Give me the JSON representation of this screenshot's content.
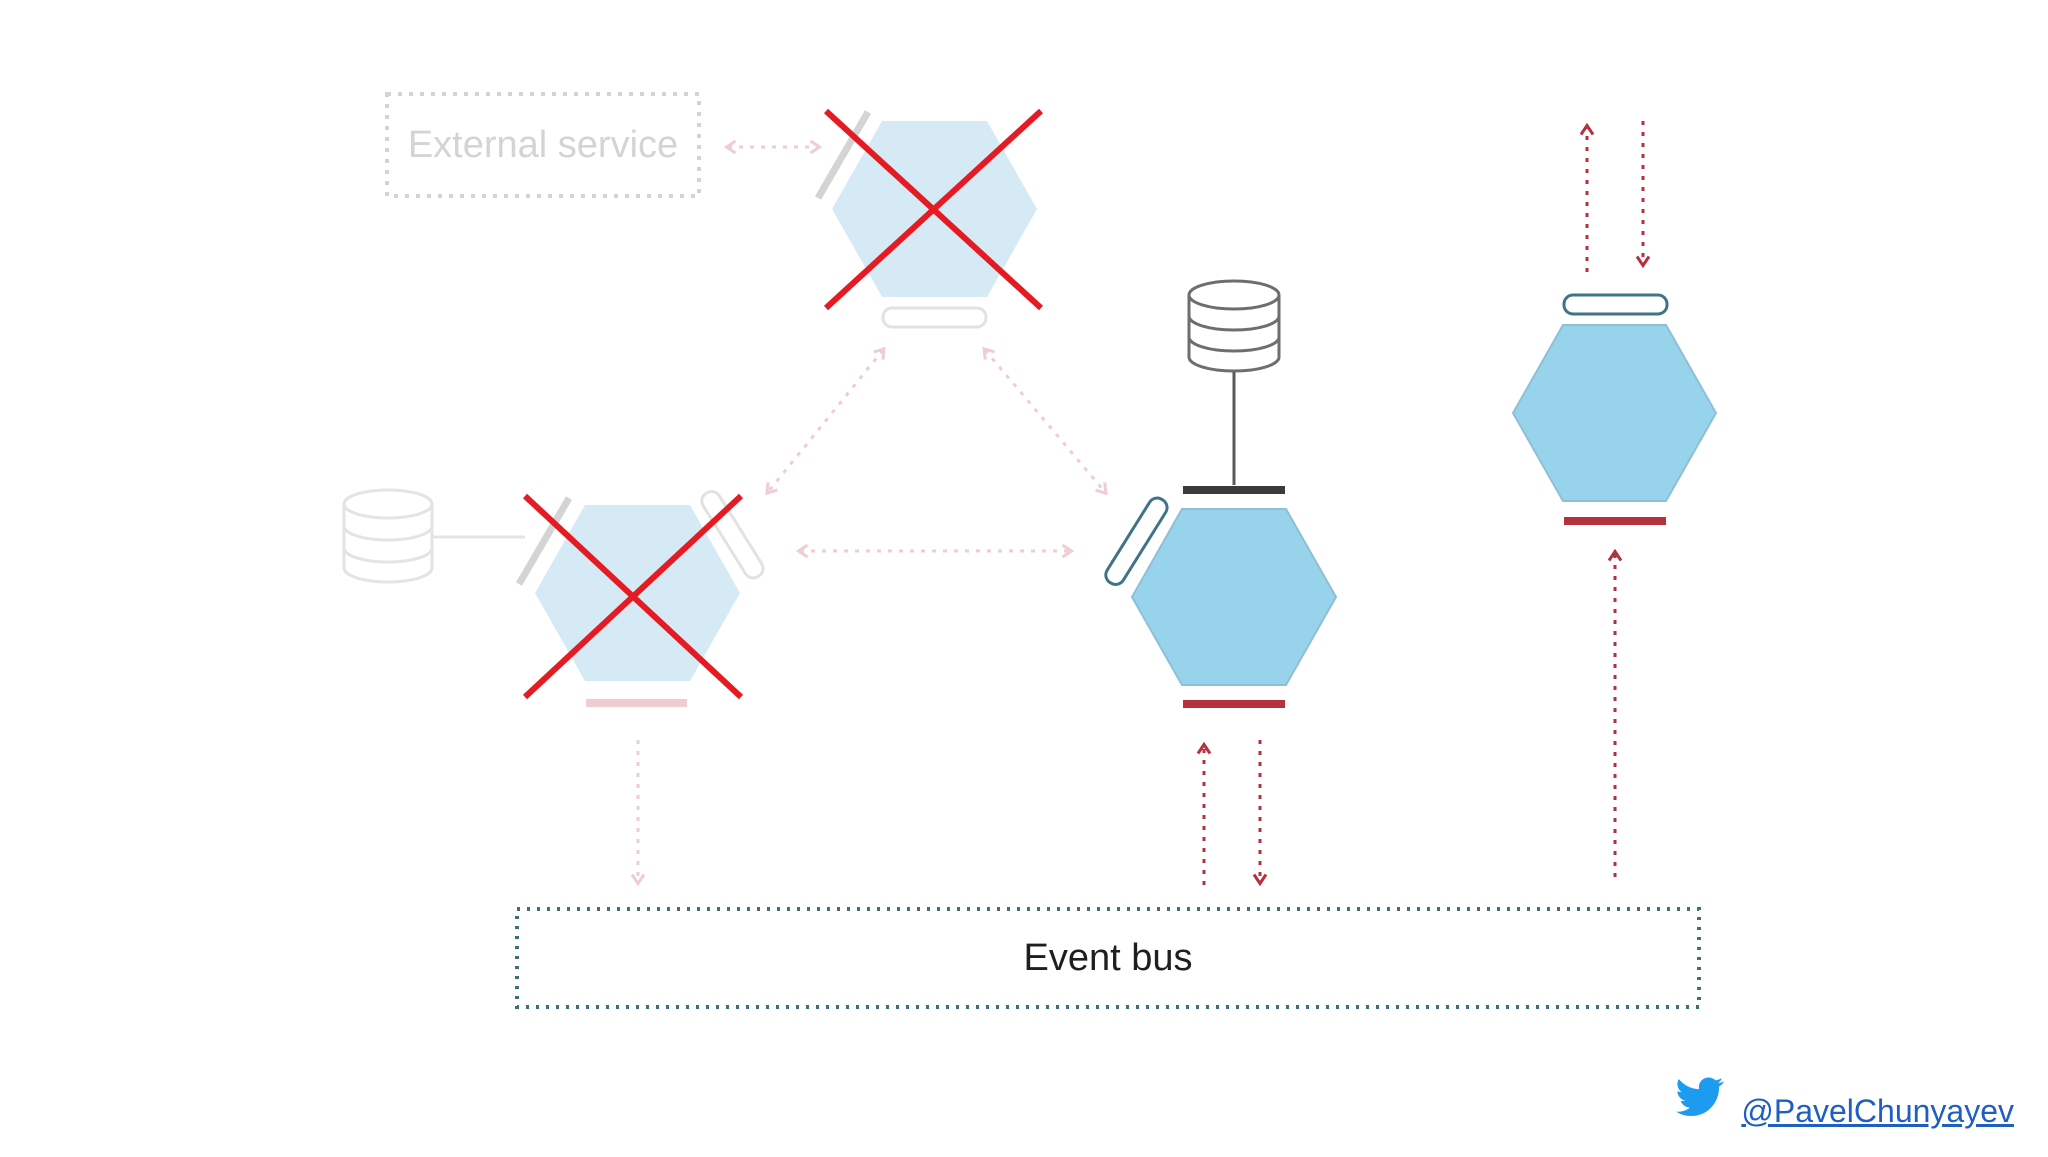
{
  "external_service": {
    "label": "External service"
  },
  "event_bus": {
    "label": "Event bus"
  },
  "attribution": {
    "handle": "@PavelChunyayev",
    "icon": "twitter-bird-icon"
  },
  "colors": {
    "hexagon_faded": "#d6eaf5",
    "hexagon_active": "#97d3eb",
    "cross": "#e51b24",
    "arrow": "#b5313d",
    "arrow_faded": "#efcdd2",
    "bus_border": "#3f6f79",
    "twitter_blue": "#1d9bf0",
    "link_blue": "#1f5fc4"
  }
}
